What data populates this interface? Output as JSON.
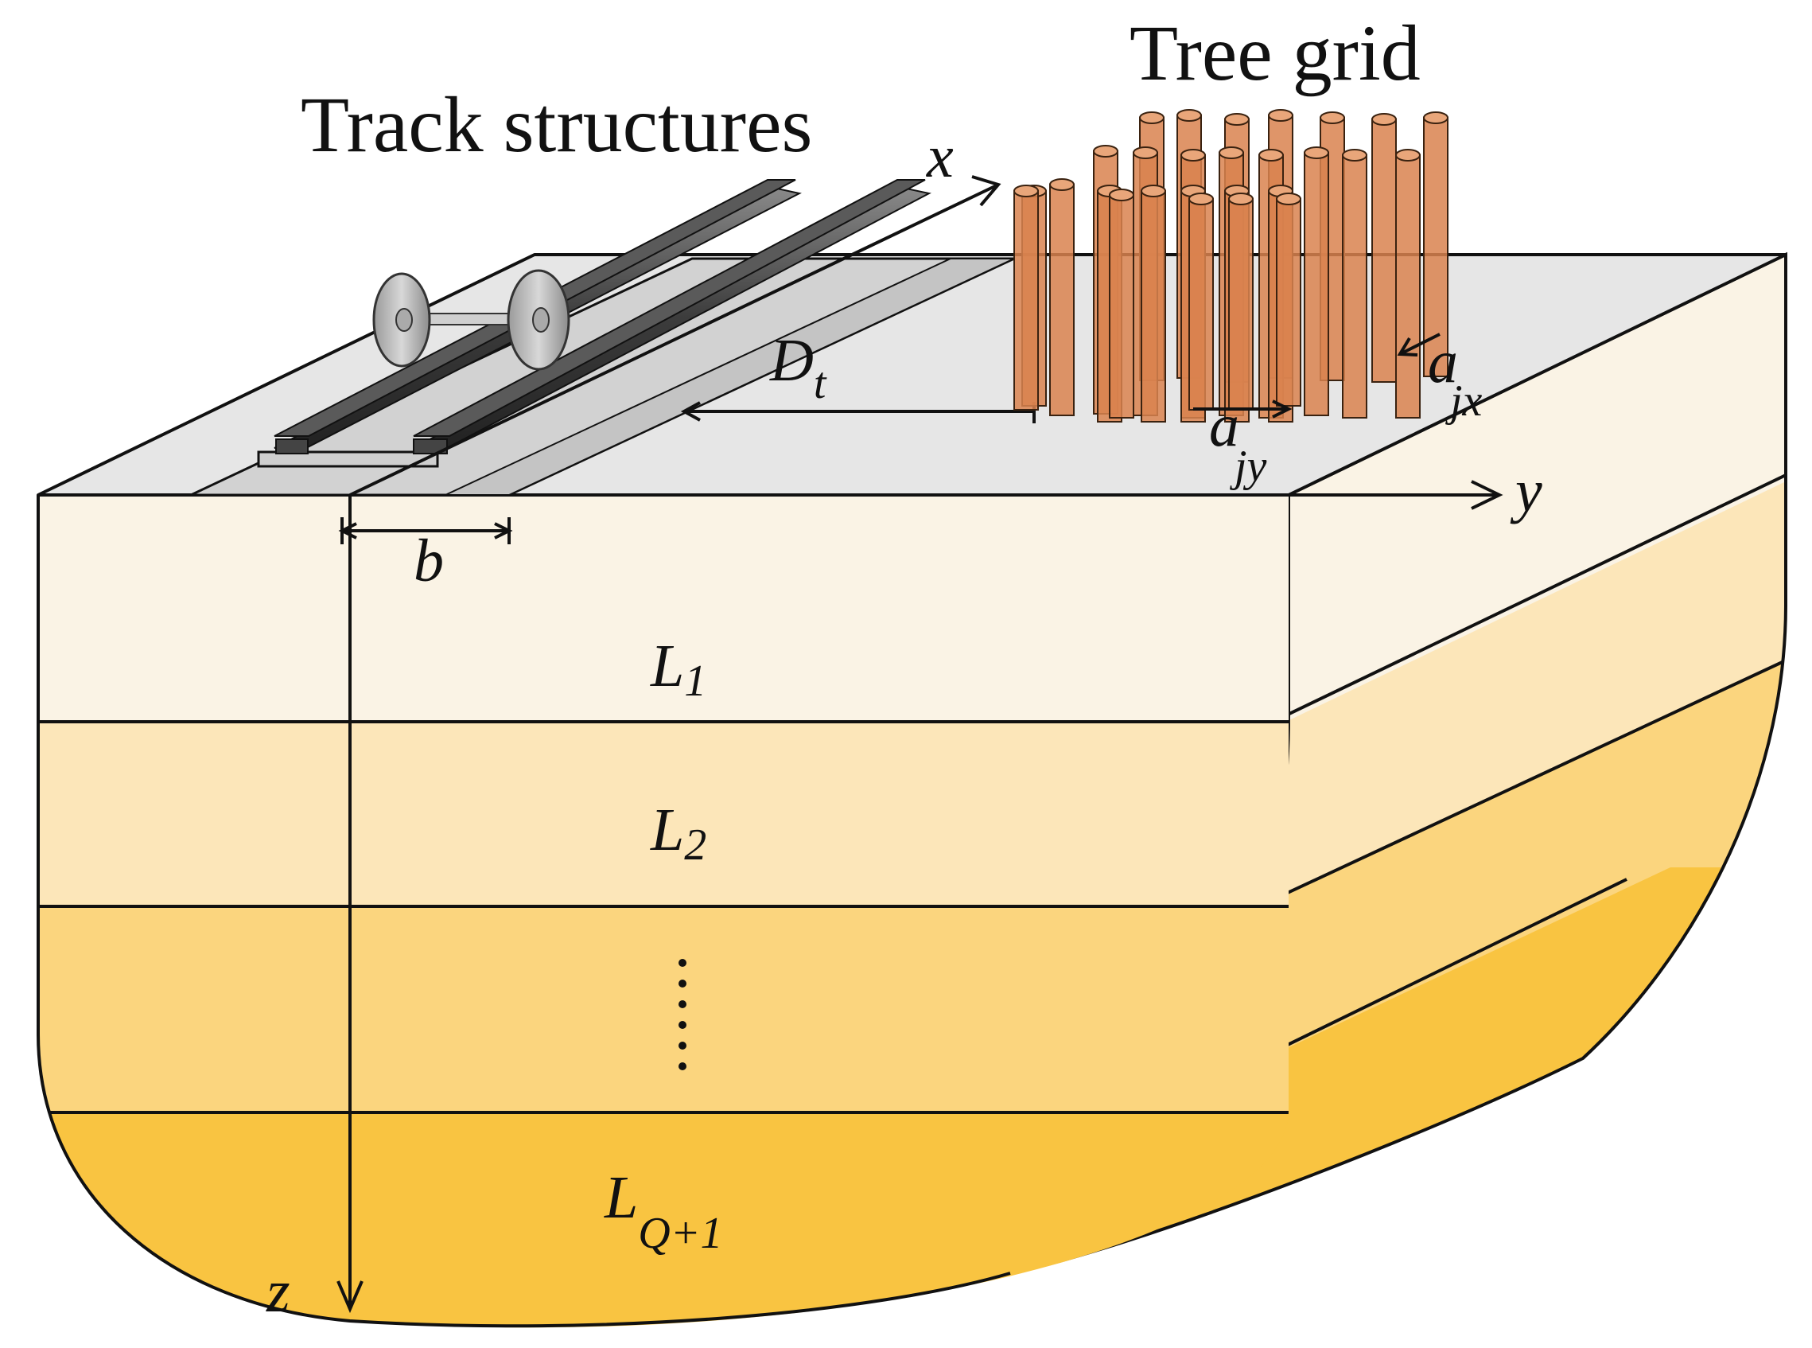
{
  "titles": {
    "track": "Track structures",
    "trees": "Tree grid"
  },
  "axes": {
    "x": "x",
    "y": "y",
    "z": "z"
  },
  "dimensions": {
    "b": "b",
    "dt_main": "D",
    "dt_sub": "t",
    "ajx_main": "a",
    "ajx_sub": "jx",
    "ajy_main": "a",
    "ajy_sub": "jy"
  },
  "layers": [
    {
      "main": "L",
      "sub": "1"
    },
    {
      "main": "L",
      "sub": "2"
    },
    {
      "main": "L",
      "sub": "Q+1"
    }
  ],
  "colors": {
    "top_surface": "#e6e6e6",
    "layer_1": "#faf3e5",
    "layer_2": "#fce6b9",
    "layer_mid": "#fbd57e",
    "layer_q1": "#f9c441",
    "trees": "#d9824f",
    "rails": "#4a4a4a"
  }
}
